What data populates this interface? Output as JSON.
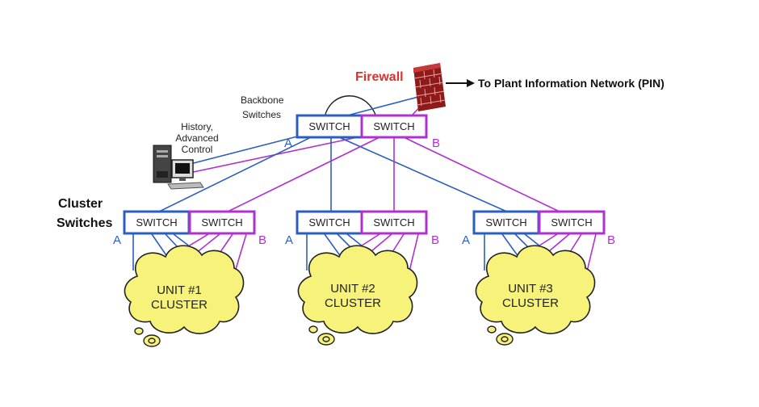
{
  "firewall": {
    "label": "Firewall"
  },
  "pin": {
    "label": "To Plant Information Network (PIN)"
  },
  "backbone": {
    "label_line1": "Backbone",
    "label_line2": "Switches",
    "switch_a": "SWITCH",
    "switch_b": "SWITCH",
    "side_a": "A",
    "side_b": "B"
  },
  "history": {
    "line1": "History,",
    "line2": "Advanced",
    "line3": "Control"
  },
  "cluster_label": {
    "line1": "Cluster",
    "line2": "Switches"
  },
  "clusters": [
    {
      "switch_a": "SWITCH",
      "switch_b": "SWITCH",
      "side_a": "A",
      "side_b": "B",
      "unit_line1": "UNIT #1",
      "unit_line2": "CLUSTER"
    },
    {
      "switch_a": "SWITCH",
      "switch_b": "SWITCH",
      "side_a": "A",
      "side_b": "B",
      "unit_line1": "UNIT #2",
      "unit_line2": "CLUSTER"
    },
    {
      "switch_a": "SWITCH",
      "switch_b": "SWITCH",
      "side_a": "A",
      "side_b": "B",
      "unit_line1": "UNIT #3",
      "unit_line2": "CLUSTER"
    }
  ],
  "colors": {
    "blue": "#2b5fbf",
    "magenta": "#b030d0",
    "firewall_red": "#e0302a",
    "cloud_fill": "#f7f27a"
  }
}
